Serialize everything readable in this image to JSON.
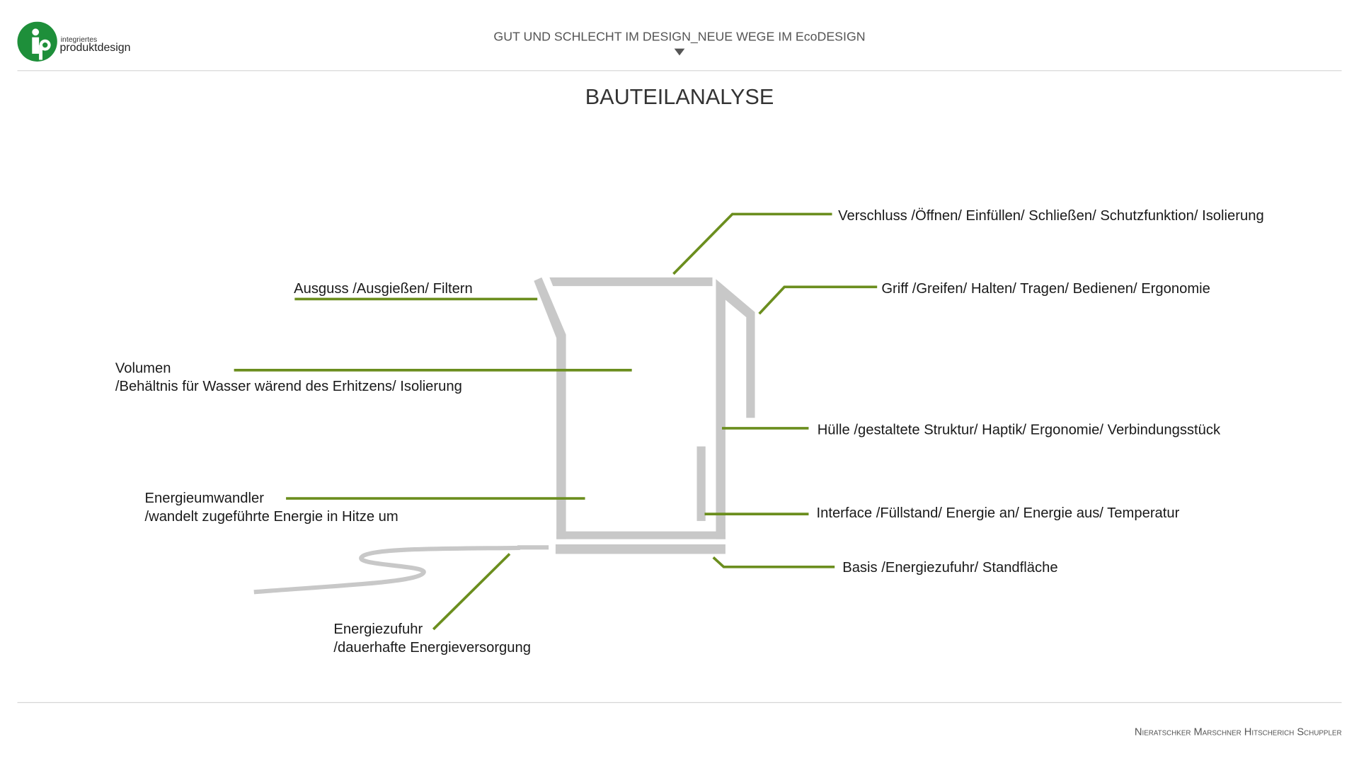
{
  "header": {
    "logo_small": "integriertes",
    "logo_big": "produktdesign",
    "logo_letters": "ip",
    "title": "GUT UND SCHLECHT IM DESIGN_NEUE WEGE IM EcoDESIGN"
  },
  "page_title": "BAUTEILANALYSE",
  "labels": {
    "verschluss": "Verschluss  /Öffnen/ Einfüllen/ Schließen/ Schutzfunktion/ Isolierung",
    "ausguss": "Ausguss  /Ausgießen/ Filtern",
    "griff": "Griff  /Greifen/ Halten/ Tragen/ Bedienen/ Ergonomie",
    "volumen_1": "Volumen",
    "volumen_2": "/Behältnis für Wasser wärend des Erhitzens/ Isolierung",
    "huelle": "Hülle  /gestaltete Struktur/ Haptik/ Ergonomie/ Verbindungsstück",
    "energieumwandler_1": "Energieumwandler",
    "energieumwandler_2": "/wandelt zugeführte Energie in Hitze um",
    "interface": "Interface  /Füllstand/ Energie an/ Energie aus/ Temperatur",
    "basis": "Basis  /Energiezufuhr/ Standfläche",
    "energiezufuhr_1": "Energiezufuhr",
    "energiezufuhr_2": "/dauerhafte Energieversorgung"
  },
  "footer": {
    "authors": "Nieratschker Marschner Hitscherich Schuppler"
  },
  "colors": {
    "brand_green": "#1e8f3a",
    "leader_green": "#6b8e1e",
    "part_gray": "#c8c8c8",
    "rule_gray": "#d6d6d6"
  }
}
